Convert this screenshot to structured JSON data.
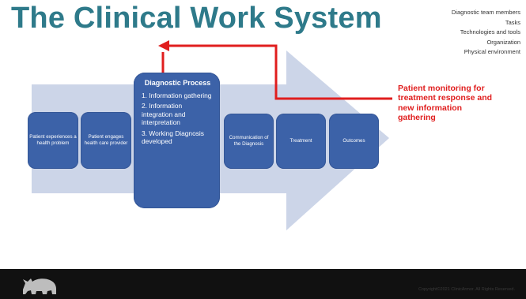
{
  "title": "The Clinical Work System",
  "work_system_components": [
    "Diagnostic team members",
    "Tasks",
    "Technologies and tools",
    "Organization",
    "Physical environment"
  ],
  "process_steps": [
    "Patient experiences a health problem",
    "Patient engages health care provider",
    "Communication of the Diagnosis",
    "Treatment",
    "Outcomes"
  ],
  "diagnostic_process": {
    "title": "Diagnostic Process",
    "items": [
      "1. Information gathering",
      "2. Information integration and interpretation",
      "3. Working Diagnosis developed"
    ]
  },
  "feedback_label": "Patient monitoring for treatment response and new information gathering",
  "colors": {
    "title": "#2e7a8a",
    "step_box": "#3c62a8",
    "flow_arrow": "#ccd5e8",
    "feedback_arrow": "#e01e1e",
    "footer": "#111111"
  },
  "icons": [
    "rhino-logo"
  ],
  "copyright": "Copyright©2021 ClinicArmor. All Rights Reserved."
}
